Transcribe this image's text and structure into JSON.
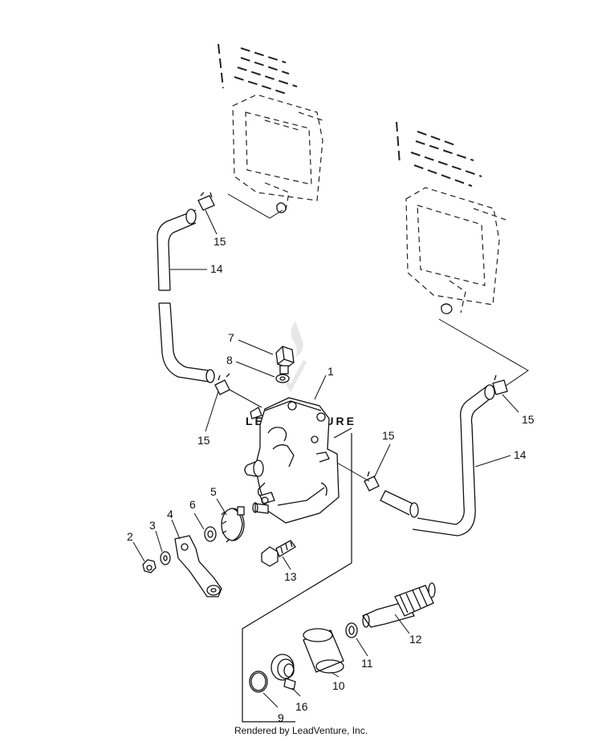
{
  "watermark": "LEADVENTURE",
  "credit": "Rendered by LeadVenture, Inc.",
  "callouts": {
    "c1": "1",
    "c2": "2",
    "c3": "3",
    "c4": "4",
    "c5": "5",
    "c6": "6",
    "c7": "7",
    "c8": "8",
    "c9": "9",
    "c10": "10",
    "c11": "11",
    "c12": "12",
    "c13": "13",
    "c14a": "14",
    "c14b": "14",
    "c15a": "15",
    "c15b": "15",
    "c15c": "15",
    "c15d": "15",
    "c16": "16"
  }
}
